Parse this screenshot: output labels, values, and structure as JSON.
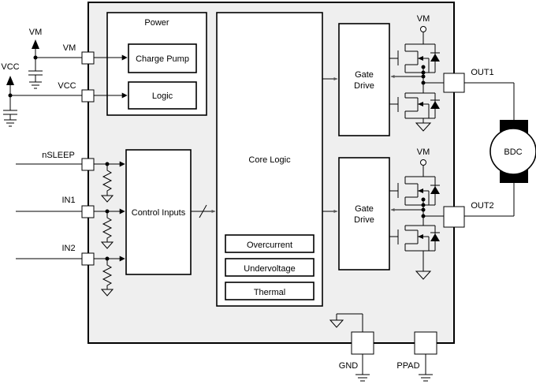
{
  "diagram": {
    "pins": {
      "vm": "VM",
      "vcc": "VCC",
      "nsleep": "nSLEEP",
      "in1": "IN1",
      "in2": "IN2",
      "out1": "OUT1",
      "out2": "OUT2",
      "gnd": "GND",
      "ppad": "PPAD"
    },
    "supplies": {
      "vm_left": "VM",
      "vcc_left": "VCC",
      "vm_top": "VM",
      "vm_bottom": "VM"
    },
    "blocks": {
      "power_title": "Power",
      "charge_pump": "Charge Pump",
      "logic": "Logic",
      "control_inputs": "Control Inputs",
      "core_logic": "Core Logic",
      "overcurrent": "Overcurrent",
      "undervoltage": "Undervoltage",
      "thermal": "Thermal",
      "gate_drive_top_l1": "Gate",
      "gate_drive_top_l2": "Drive",
      "gate_drive_bottom_l1": "Gate",
      "gate_drive_bottom_l2": "Drive"
    },
    "motor": "BDC"
  }
}
